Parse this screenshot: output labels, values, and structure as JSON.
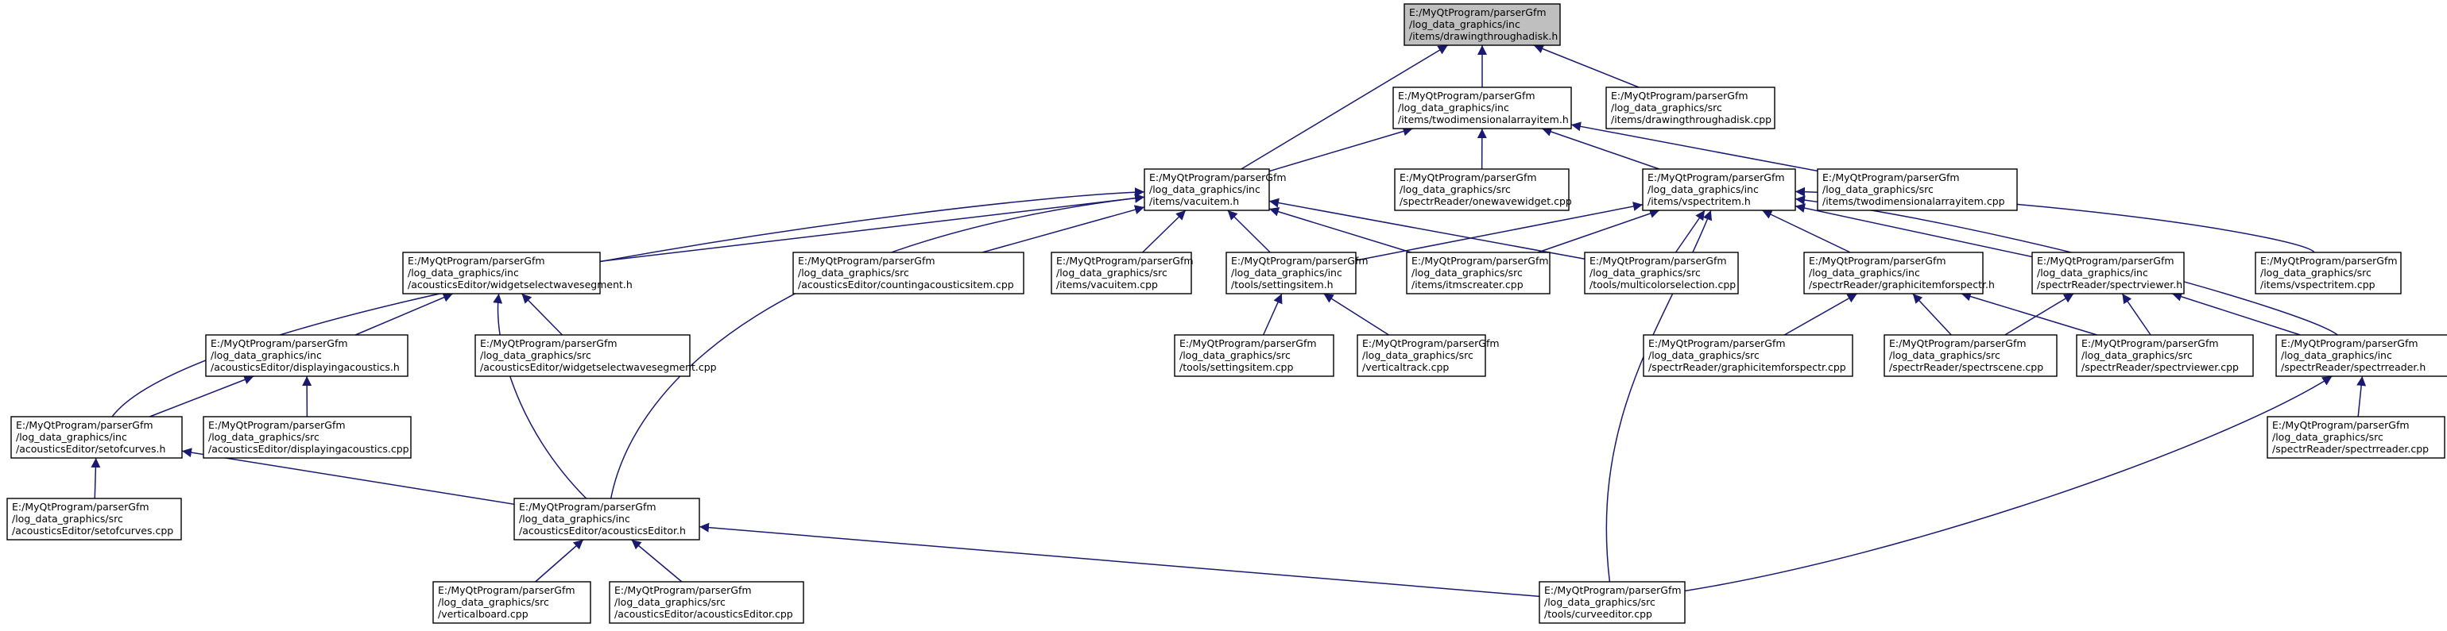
{
  "diagram": {
    "type": "include-dependency-graph",
    "colors": {
      "edge": "#191970",
      "root_fill": "#bfbfbf",
      "node_fill": "#ffffff",
      "node_border": "#000000"
    },
    "nodes": [
      {
        "id": "root",
        "root": true,
        "lines": [
          "E:/MyQtProgram/parserGfm",
          "/log_data_graphics/inc",
          "/items/drawingthroughadisk.h"
        ]
      },
      {
        "id": "twodim_h",
        "lines": [
          "E:/MyQtProgram/parserGfm",
          "/log_data_graphics/inc",
          "/items/twodimensionalarrayitem.h"
        ]
      },
      {
        "id": "drawdisk_cpp",
        "lines": [
          "E:/MyQtProgram/parserGfm",
          "/log_data_graphics/src",
          "/items/drawingthroughadisk.cpp"
        ]
      },
      {
        "id": "vacuitem_h",
        "lines": [
          "E:/MyQtProgram/parserGfm",
          "/log_data_graphics/inc",
          "/items/vacuitem.h"
        ]
      },
      {
        "id": "onewave_cpp",
        "lines": [
          "E:/MyQtProgram/parserGfm",
          "/log_data_graphics/src",
          "/spectrReader/onewavewidget.cpp"
        ]
      },
      {
        "id": "vspectr_h",
        "lines": [
          "E:/MyQtProgram/parserGfm",
          "/log_data_graphics/inc",
          "/items/vspectritem.h"
        ]
      },
      {
        "id": "twodim_cpp",
        "lines": [
          "E:/MyQtProgram/parserGfm",
          "/log_data_graphics/src",
          "/items/twodimensionalarrayitem.cpp"
        ]
      },
      {
        "id": "widgetsel_h",
        "lines": [
          "E:/MyQtProgram/parserGfm",
          "/log_data_graphics/inc",
          "/acousticsEditor/widgetselectwavesegment.h"
        ]
      },
      {
        "id": "counting_cpp",
        "lines": [
          "E:/MyQtProgram/parserGfm",
          "/log_data_graphics/src",
          "/acousticsEditor/countingacousticsitem.cpp"
        ]
      },
      {
        "id": "vacuitem_cpp",
        "lines": [
          "E:/MyQtProgram/parserGfm",
          "/log_data_graphics/src",
          "/items/vacuitem.cpp"
        ]
      },
      {
        "id": "settingsitem_h",
        "lines": [
          "E:/MyQtProgram/parserGfm",
          "/log_data_graphics/inc",
          "/tools/settingsitem.h"
        ]
      },
      {
        "id": "itmscreater_cpp",
        "lines": [
          "E:/MyQtProgram/parserGfm",
          "/log_data_graphics/src",
          "/items/itmscreater.cpp"
        ]
      },
      {
        "id": "multicolor_cpp",
        "lines": [
          "E:/MyQtProgram/parserGfm",
          "/log_data_graphics/src",
          "/tools/multicolorselection.cpp"
        ]
      },
      {
        "id": "graphicitem_h",
        "lines": [
          "E:/MyQtProgram/parserGfm",
          "/log_data_graphics/inc",
          "/spectrReader/graphicitemforspectr.h"
        ]
      },
      {
        "id": "spectrviewer_h",
        "lines": [
          "E:/MyQtProgram/parserGfm",
          "/log_data_graphics/inc",
          "/spectrReader/spectrviewer.h"
        ]
      },
      {
        "id": "vspectr_cpp",
        "lines": [
          "E:/MyQtProgram/parserGfm",
          "/log_data_graphics/src",
          "/items/vspectritem.cpp"
        ]
      },
      {
        "id": "displaying_h",
        "lines": [
          "E:/MyQtProgram/parserGfm",
          "/log_data_graphics/inc",
          "/acousticsEditor/displayingacoustics.h"
        ]
      },
      {
        "id": "widgetsel_cpp",
        "lines": [
          "E:/MyQtProgram/parserGfm",
          "/log_data_graphics/src",
          "/acousticsEditor/widgetselectwavesegment.cpp"
        ]
      },
      {
        "id": "settingsitem_cpp",
        "lines": [
          "E:/MyQtProgram/parserGfm",
          "/log_data_graphics/src",
          "/tools/settingsitem.cpp"
        ]
      },
      {
        "id": "verticaltrack_cpp",
        "lines": [
          "E:/MyQtProgram/parserGfm",
          "/log_data_graphics/src",
          "/verticaltrack.cpp"
        ]
      },
      {
        "id": "graphicitem_cpp",
        "lines": [
          "E:/MyQtProgram/parserGfm",
          "/log_data_graphics/src",
          "/spectrReader/graphicitemforspectr.cpp"
        ]
      },
      {
        "id": "spectrscene_cpp",
        "lines": [
          "E:/MyQtProgram/parserGfm",
          "/log_data_graphics/src",
          "/spectrReader/spectrscene.cpp"
        ]
      },
      {
        "id": "spectrviewer_cpp",
        "lines": [
          "E:/MyQtProgram/parserGfm",
          "/log_data_graphics/src",
          "/spectrReader/spectrviewer.cpp"
        ]
      },
      {
        "id": "spectrreader_h",
        "lines": [
          "E:/MyQtProgram/parserGfm",
          "/log_data_graphics/inc",
          "/spectrReader/spectrreader.h"
        ]
      },
      {
        "id": "setofcurves_h",
        "lines": [
          "E:/MyQtProgram/parserGfm",
          "/log_data_graphics/inc",
          "/acousticsEditor/setofcurves.h"
        ]
      },
      {
        "id": "displaying_cpp",
        "lines": [
          "E:/MyQtProgram/parserGfm",
          "/log_data_graphics/src",
          "/acousticsEditor/displayingacoustics.cpp"
        ]
      },
      {
        "id": "spectrreader_cpp",
        "lines": [
          "E:/MyQtProgram/parserGfm",
          "/log_data_graphics/src",
          "/spectrReader/spectrreader.cpp"
        ]
      },
      {
        "id": "setofcurves_cpp",
        "lines": [
          "E:/MyQtProgram/parserGfm",
          "/log_data_graphics/src",
          "/acousticsEditor/setofcurves.cpp"
        ]
      },
      {
        "id": "acousticseditor_h",
        "lines": [
          "E:/MyQtProgram/parserGfm",
          "/log_data_graphics/inc",
          "/acousticsEditor/acousticsEditor.h"
        ]
      },
      {
        "id": "verticalboard_cpp",
        "lines": [
          "E:/MyQtProgram/parserGfm",
          "/log_data_graphics/src",
          "/verticalboard.cpp"
        ]
      },
      {
        "id": "acousticseditor_cpp",
        "lines": [
          "E:/MyQtProgram/parserGfm",
          "/log_data_graphics/src",
          "/acousticsEditor/acousticsEditor.cpp"
        ]
      },
      {
        "id": "curveeditor_cpp",
        "lines": [
          "E:/MyQtProgram/parserGfm",
          "/log_data_graphics/src",
          "/tools/curveeditor.cpp"
        ]
      }
    ],
    "edges": [
      {
        "from": "twodim_h",
        "to": "root"
      },
      {
        "from": "drawdisk_cpp",
        "to": "root"
      },
      {
        "from": "vacuitem_h",
        "to": "root"
      },
      {
        "from": "vacuitem_h",
        "to": "twodim_h"
      },
      {
        "from": "onewave_cpp",
        "to": "twodim_h"
      },
      {
        "from": "vspectr_h",
        "to": "twodim_h"
      },
      {
        "from": "twodim_cpp",
        "to": "twodim_h"
      },
      {
        "from": "widgetsel_h",
        "to": "vacuitem_h"
      },
      {
        "from": "counting_cpp",
        "to": "vacuitem_h"
      },
      {
        "from": "vacuitem_cpp",
        "to": "vacuitem_h"
      },
      {
        "from": "settingsitem_h",
        "to": "vacuitem_h"
      },
      {
        "from": "itmscreater_cpp",
        "to": "vacuitem_h"
      },
      {
        "from": "multicolor_cpp",
        "to": "vacuitem_h"
      },
      {
        "from": "setofcurves_h",
        "to": "vacuitem_h"
      },
      {
        "from": "acousticseditor_h",
        "to": "vacuitem_h"
      },
      {
        "from": "settingsitem_h",
        "to": "vspectr_h"
      },
      {
        "from": "itmscreater_cpp",
        "to": "vspectr_h"
      },
      {
        "from": "multicolor_cpp",
        "to": "vspectr_h"
      },
      {
        "from": "graphicitem_h",
        "to": "vspectr_h"
      },
      {
        "from": "spectrviewer_h",
        "to": "vspectr_h"
      },
      {
        "from": "vspectr_cpp",
        "to": "vspectr_h"
      },
      {
        "from": "spectrreader_h",
        "to": "vspectr_h"
      },
      {
        "from": "curveeditor_cpp",
        "to": "vspectr_h"
      },
      {
        "from": "displaying_h",
        "to": "widgetsel_h"
      },
      {
        "from": "widgetsel_cpp",
        "to": "widgetsel_h"
      },
      {
        "from": "acousticseditor_h",
        "to": "widgetsel_h"
      },
      {
        "from": "settingsitem_cpp",
        "to": "settingsitem_h"
      },
      {
        "from": "verticaltrack_cpp",
        "to": "settingsitem_h"
      },
      {
        "from": "graphicitem_cpp",
        "to": "graphicitem_h"
      },
      {
        "from": "spectrscene_cpp",
        "to": "graphicitem_h"
      },
      {
        "from": "spectrviewer_cpp",
        "to": "graphicitem_h"
      },
      {
        "from": "spectrscene_cpp",
        "to": "spectrviewer_h"
      },
      {
        "from": "spectrviewer_cpp",
        "to": "spectrviewer_h"
      },
      {
        "from": "spectrreader_h",
        "to": "spectrviewer_h"
      },
      {
        "from": "setofcurves_h",
        "to": "displaying_h"
      },
      {
        "from": "displaying_cpp",
        "to": "displaying_h"
      },
      {
        "from": "spectrreader_cpp",
        "to": "spectrreader_h"
      },
      {
        "from": "curveeditor_cpp",
        "to": "spectrreader_h"
      },
      {
        "from": "setofcurves_cpp",
        "to": "setofcurves_h"
      },
      {
        "from": "acousticseditor_h",
        "to": "setofcurves_h"
      },
      {
        "from": "verticalboard_cpp",
        "to": "acousticseditor_h"
      },
      {
        "from": "acousticseditor_cpp",
        "to": "acousticseditor_h"
      },
      {
        "from": "curveeditor_cpp",
        "to": "acousticseditor_h"
      }
    ]
  }
}
